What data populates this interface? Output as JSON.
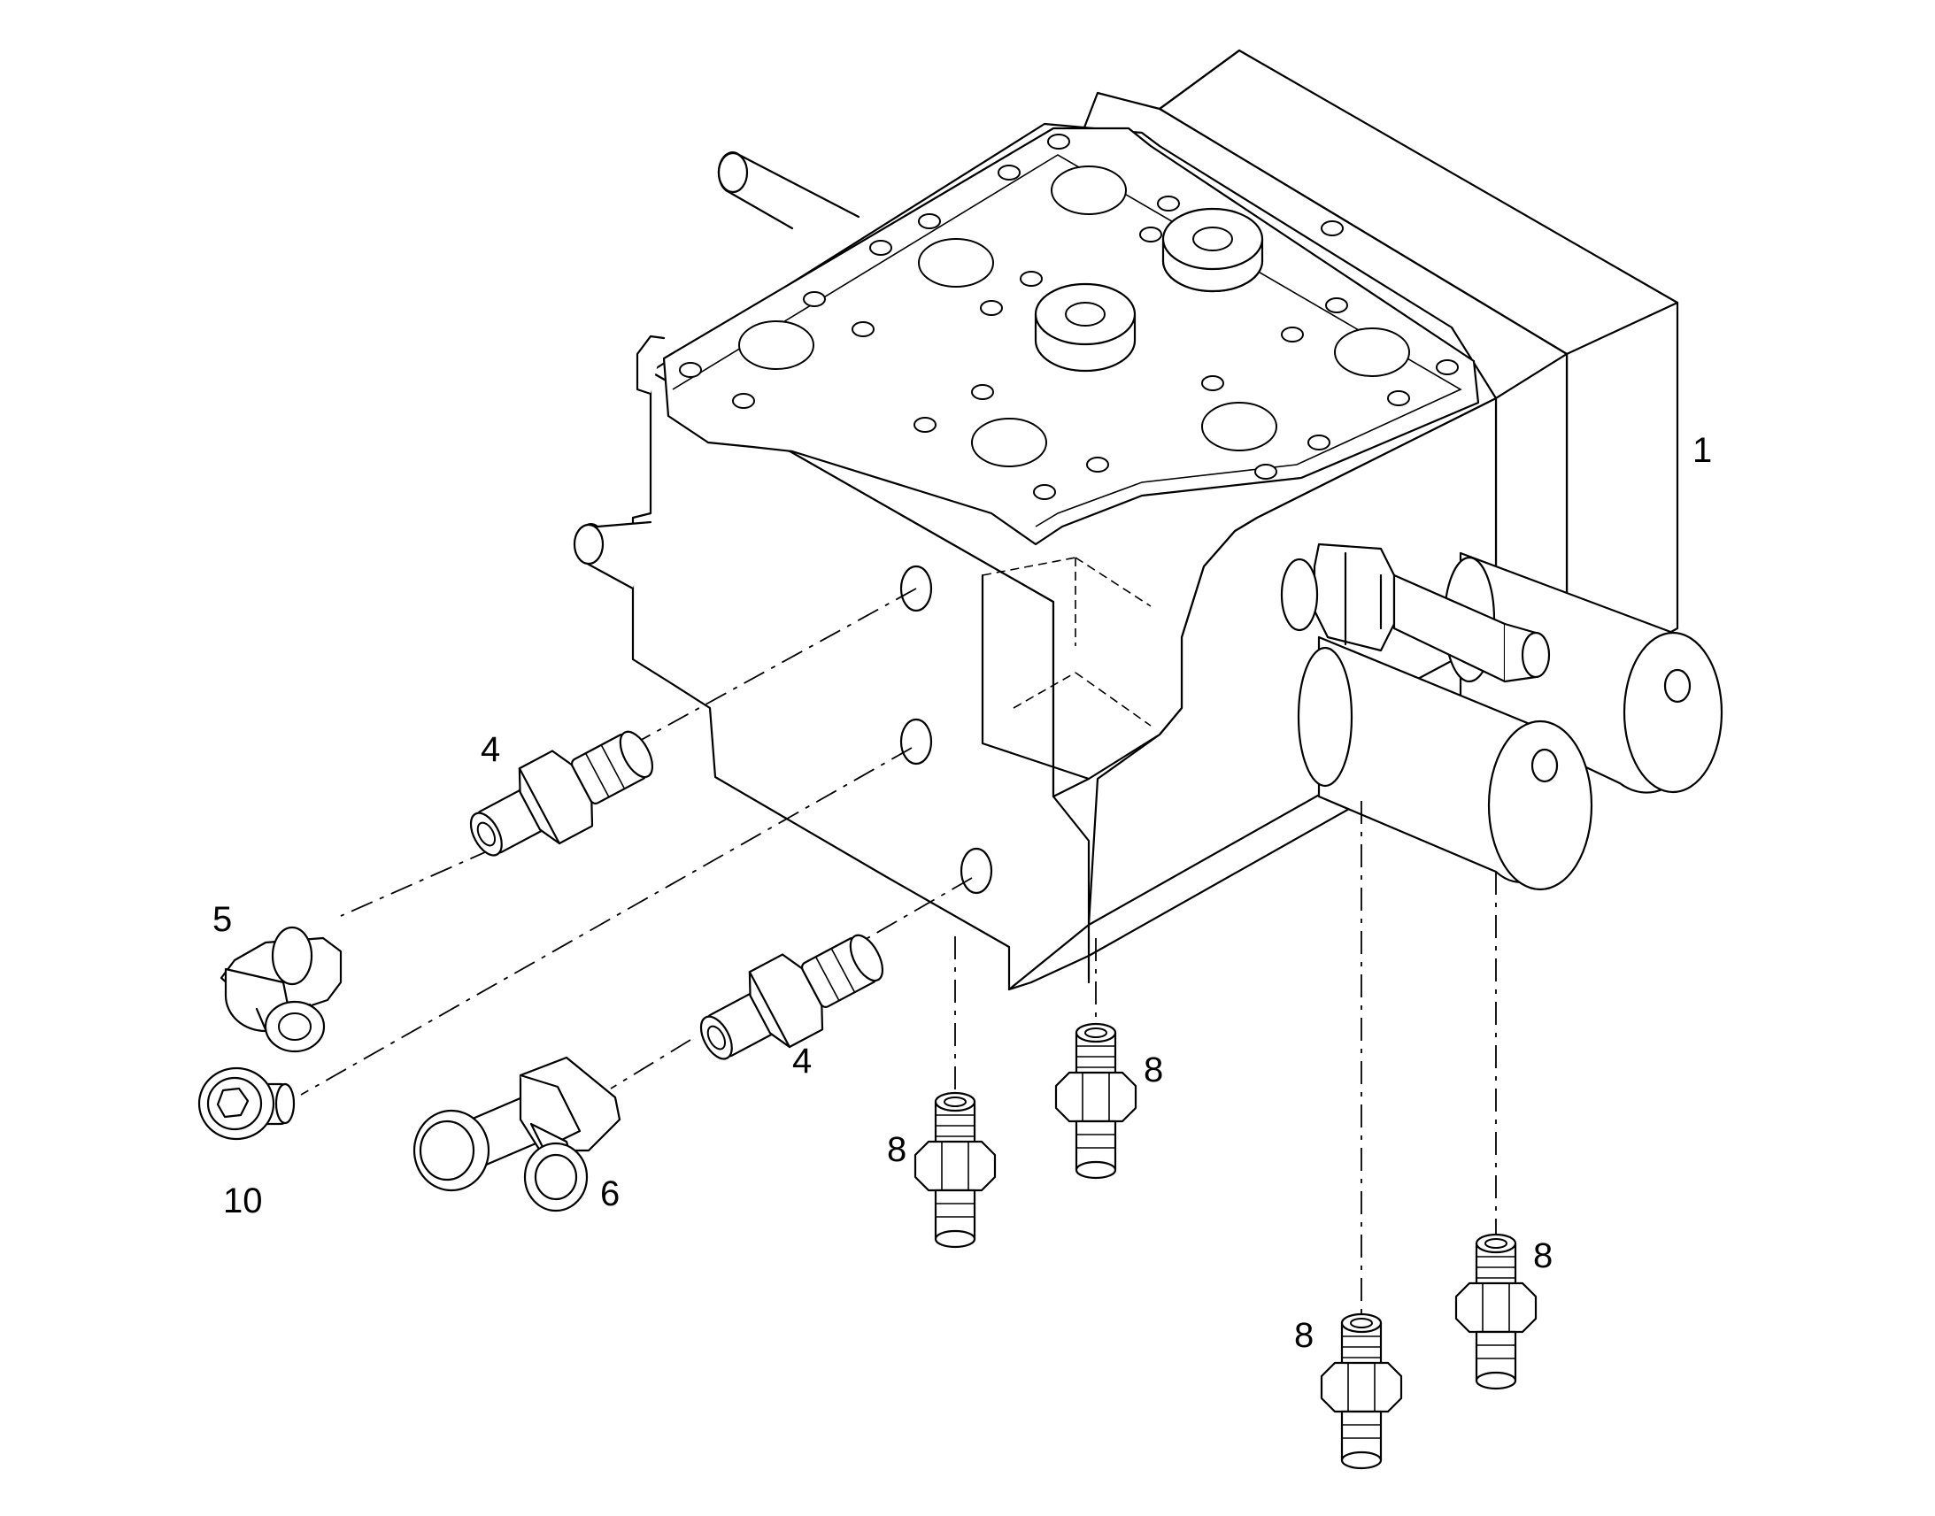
{
  "callouts": {
    "item_1": "1",
    "item_4_upper": "4",
    "item_4_lower": "4",
    "item_5": "5",
    "item_6": "6",
    "item_10": "10",
    "item_8_a": "8",
    "item_8_b": "8",
    "item_8_c": "8",
    "item_8_d": "8"
  },
  "colors": {
    "line": "#000000",
    "background": "#ffffff"
  }
}
